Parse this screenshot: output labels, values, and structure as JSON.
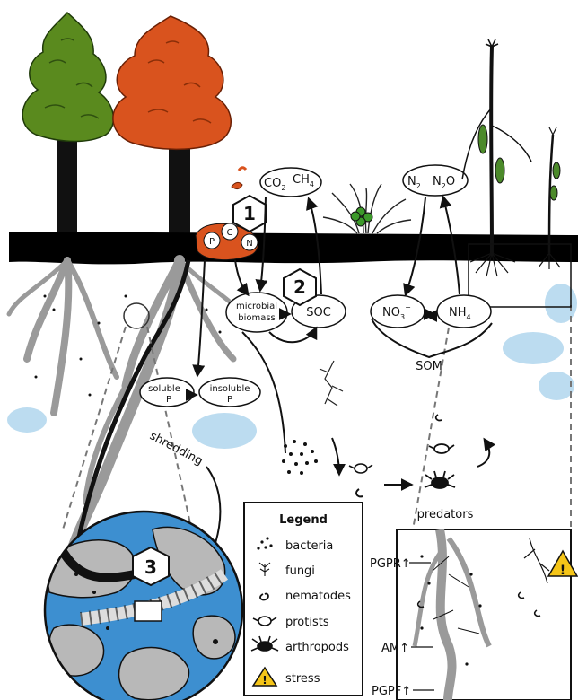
{
  "badges": {
    "b1": "1",
    "b2": "2",
    "b3": "3"
  },
  "nutrients": {
    "p": "P",
    "c": "C",
    "n": "N"
  },
  "gases_carbon": {
    "co2": "CO",
    "co2_sub": "2",
    "ch4": "CH",
    "ch4_sub": "4"
  },
  "gases_nitrogen": {
    "n2": "N",
    "n2_sub": "2",
    "n2o": "N",
    "n2o_sub": "2",
    "n2o_tail": "O"
  },
  "pools": {
    "microbial_biomass_line1": "microbial",
    "microbial_biomass_line2": "biomass",
    "soc": "SOC",
    "no3": "NO",
    "no3_sub": "3",
    "no3_sup": "−",
    "nh4": "NH",
    "nh4_sub": "4",
    "som": "SOM",
    "soluble_p_line1": "soluble",
    "soluble_p_line2": "P",
    "insoluble_p_line1": "insoluble",
    "insoluble_p_line2": "P"
  },
  "processes": {
    "shredding": "shredding",
    "predators": "predators"
  },
  "rhizosphere_labels": {
    "pgpr": "PGPR↑",
    "am": "AM↑",
    "pgpf": "PGPF↑"
  },
  "legend": {
    "title": "Legend",
    "items": [
      {
        "icon": "bacteria-icon",
        "label": "bacteria"
      },
      {
        "icon": "fungi-icon",
        "label": "fungi"
      },
      {
        "icon": "nematodes-icon",
        "label": "nematodes"
      },
      {
        "icon": "protists-icon",
        "label": "protists"
      },
      {
        "icon": "arthropods-icon",
        "label": "arthropods"
      },
      {
        "icon": "stress-icon",
        "label": "stress"
      }
    ]
  },
  "colors": {
    "tree_green": "#5a8a1e",
    "tree_orange": "#d9531e",
    "soil_line": "#000000",
    "water": "#bcdcf0",
    "roots": "#9a9a9a",
    "magnifier_blue": "#3d8fd0",
    "magnifier_gray": "#b8b8b8",
    "stress_yellow": "#f5c518",
    "crop_green": "#4c8a2a"
  }
}
